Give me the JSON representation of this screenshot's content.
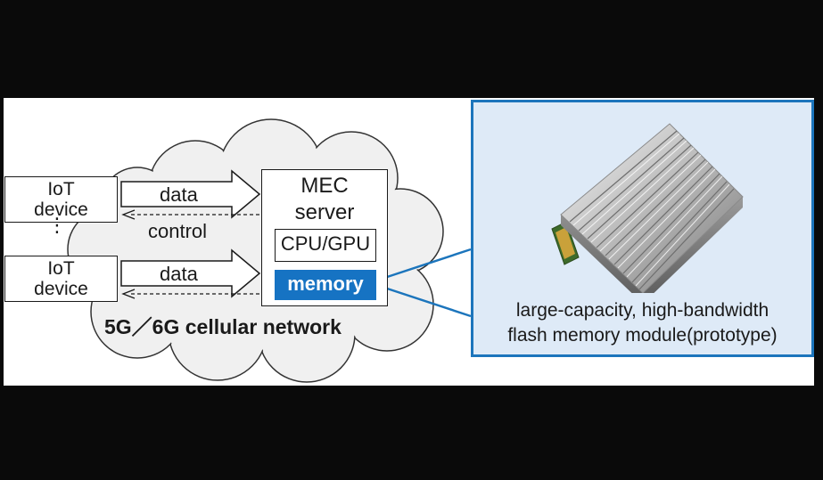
{
  "iot_devices": [
    {
      "line1": "IoT",
      "line2": "device"
    },
    {
      "line1": "IoT",
      "line2": "device"
    }
  ],
  "ellipsis": "⋮",
  "arrows": {
    "data_label_1": "data",
    "data_label_2": "data",
    "control_label": "control"
  },
  "server": {
    "title_line1": "MEC",
    "title_line2": "server",
    "cpu_label": "CPU/GPU",
    "memory_label": "memory"
  },
  "network_label": "5G／6G cellular network",
  "callout": {
    "caption_line1": "large-capacity, high-bandwidth",
    "caption_line2": "flash memory module(prototype)"
  },
  "colors": {
    "memory_fill": "#1673c3",
    "callout_border": "#1c75bc",
    "callout_fill": "#deeaf7",
    "cloud_fill": "#f0f0f0"
  }
}
